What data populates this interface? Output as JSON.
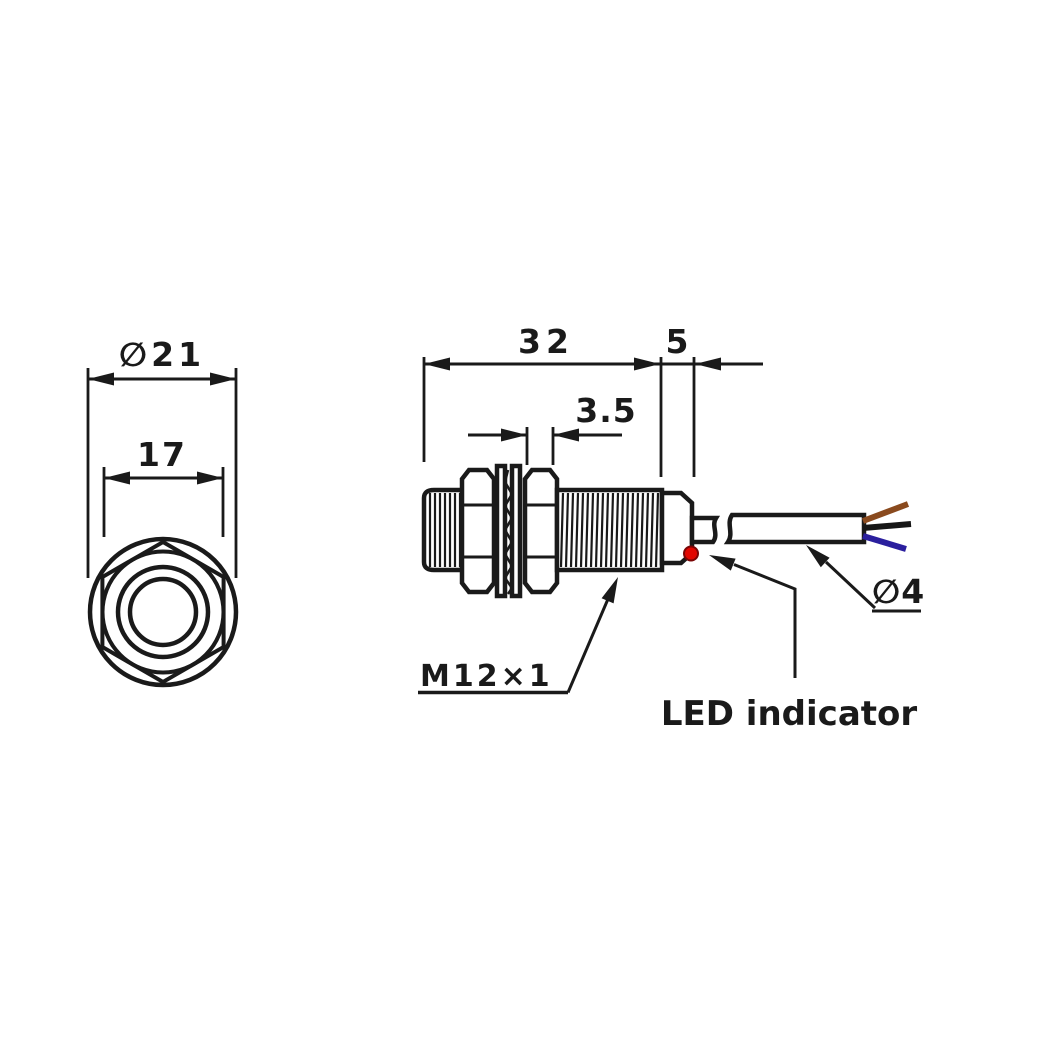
{
  "page": {
    "background": "#ffffff"
  },
  "drawing": {
    "type": "sensor-dimension-drawing",
    "front_view": {
      "labels": {
        "outer_diameter": "∅21",
        "across_flats": "17"
      }
    },
    "side_view": {
      "labels": {
        "body_length": "32",
        "cap_length": "5",
        "nut_thickness": "3.5",
        "thread_spec": "M12×1",
        "cable_diameter": "∅4",
        "led": "LED indicator"
      }
    },
    "colors": {
      "line": "#1a1a1a",
      "led": "#e10600",
      "wire_brown": "#8a4a1e",
      "wire_black": "#161616",
      "wire_blue": "#2a1f9e"
    }
  }
}
